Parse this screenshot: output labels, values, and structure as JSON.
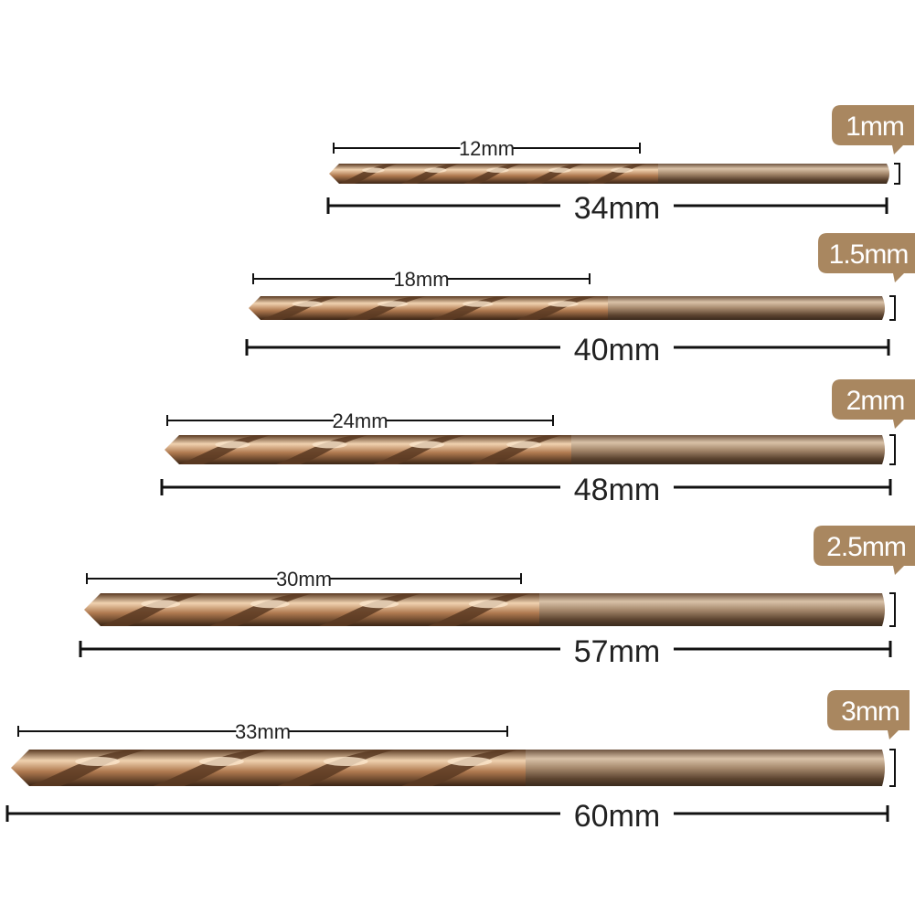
{
  "colors": {
    "badge": "#a98760",
    "bit_light": "#e6c7a6",
    "bit_dark": "#5a3a22",
    "shank": "#b89a7e",
    "dimension_line": "#111111"
  },
  "bits": [
    {
      "diameter": "1mm",
      "flute_length": "12mm",
      "total_length": "34mm"
    },
    {
      "diameter": "1.5mm",
      "flute_length": "18mm",
      "total_length": "40mm"
    },
    {
      "diameter": "2mm",
      "flute_length": "24mm",
      "total_length": "48mm"
    },
    {
      "diameter": "2.5mm",
      "flute_length": "30mm",
      "total_length": "57mm"
    },
    {
      "diameter": "3mm",
      "flute_length": "33mm",
      "total_length": "60mm"
    }
  ]
}
